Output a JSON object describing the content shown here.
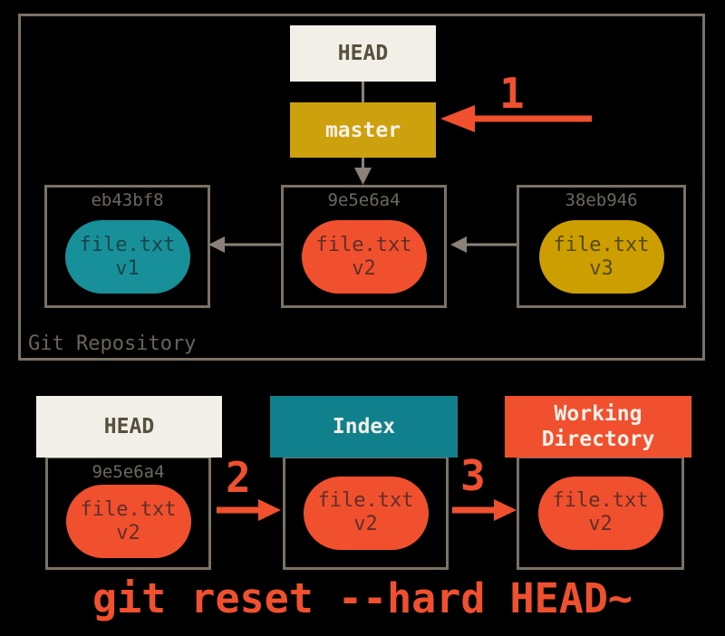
{
  "colors": {
    "background": "#000000",
    "box_border": "#7b7265",
    "arrow_gray": "#8a8278",
    "accent_red": "#f1502f",
    "teal_blob": "#17909a",
    "teal_header": "#0f808c",
    "gold": "#cda10e",
    "cream": "#f2efe8"
  },
  "repo": {
    "label": "Git Repository"
  },
  "refs": {
    "head": "HEAD",
    "branch": "master"
  },
  "steps": {
    "one": "1",
    "two": "2",
    "three": "3"
  },
  "commits": [
    {
      "hash": "eb43bf8",
      "file": "file.txt",
      "version": "v1"
    },
    {
      "hash": "9e5e6a4",
      "file": "file.txt",
      "version": "v2"
    },
    {
      "hash": "38eb946",
      "file": "file.txt",
      "version": "v3"
    }
  ],
  "areas": {
    "head": {
      "title": "HEAD",
      "hash": "9e5e6a4",
      "file": "file.txt",
      "version": "v2"
    },
    "index": {
      "title": "Index",
      "file": "file.txt",
      "version": "v2"
    },
    "workdir": {
      "title": "Working Directory",
      "file": "file.txt",
      "version": "v2"
    }
  },
  "command": "git reset --hard HEAD~"
}
